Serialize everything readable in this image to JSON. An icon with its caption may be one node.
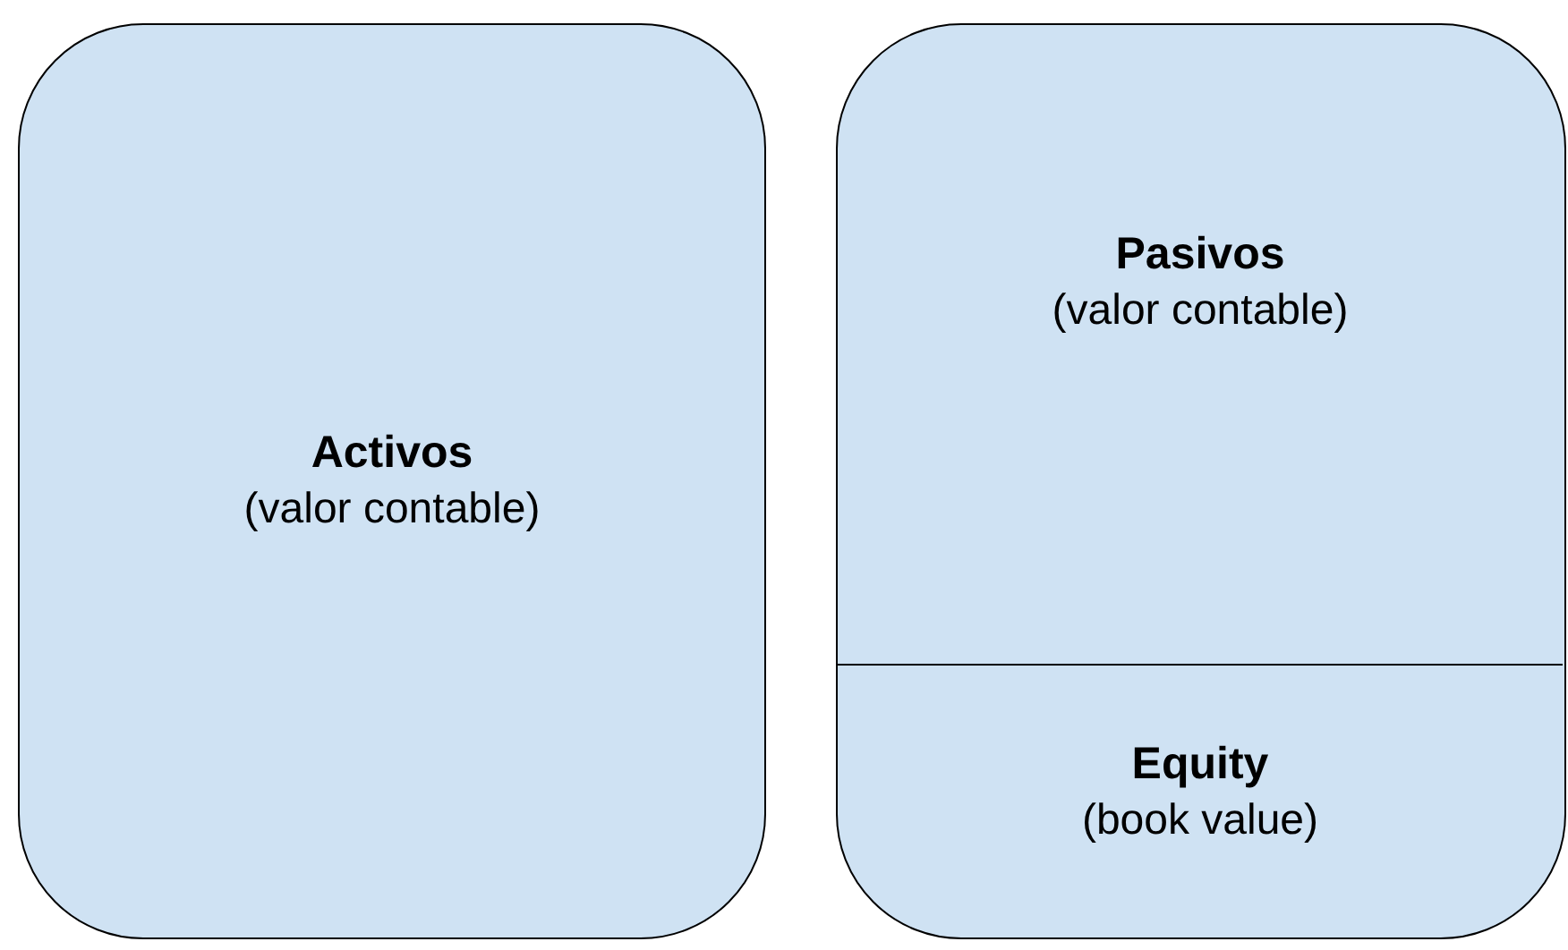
{
  "diagram": {
    "nodes": [
      {
        "text": [
          "Activos",
          "(valor contable)"
        ]
      },
      {
        "text": [],
        "shape": "box"
      },
      {
        "text": [
          "Pasivos",
          "(valor contable)"
        ],
        "in": 1
      },
      {
        "text": [
          "Equity",
          "(book value)"
        ],
        "in": 1
      }
    ]
  }
}
